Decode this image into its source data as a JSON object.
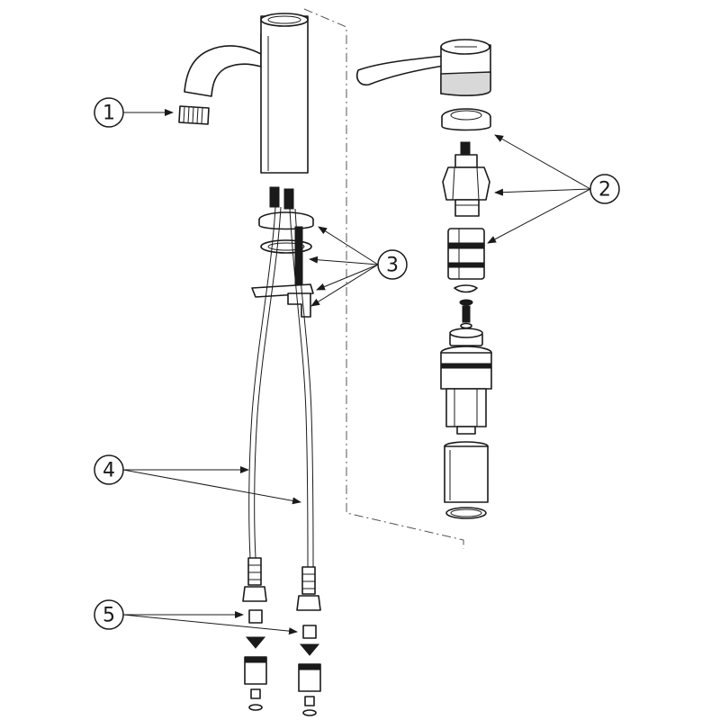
{
  "callouts": [
    {
      "label": "1",
      "part": "aerator"
    },
    {
      "label": "2",
      "part": "cartridge-assembly"
    },
    {
      "label": "3",
      "part": "mounting-kit"
    },
    {
      "label": "4",
      "part": "flexible-hoses"
    },
    {
      "label": "5",
      "part": "filters-and-connectors"
    }
  ],
  "colors": {
    "line": "#1a1a1a",
    "background": "#ffffff"
  }
}
